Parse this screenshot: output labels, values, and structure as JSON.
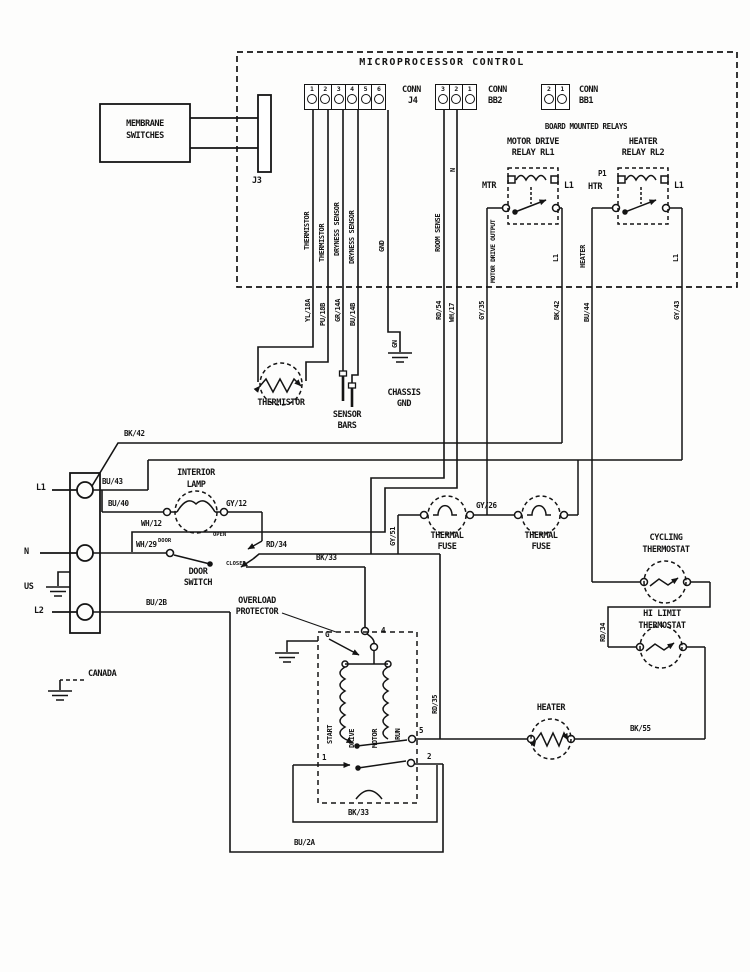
{
  "title": "MICROPROCESSOR CONTROL",
  "connectors": {
    "membrane": {
      "line1": "MEMBRANE",
      "line2": "SWITCHES"
    },
    "j3": "J3",
    "j4": {
      "name1": "CONN",
      "name2": "J4",
      "pins": [
        "1",
        "2",
        "3",
        "4",
        "5",
        "6"
      ]
    },
    "bb2": {
      "name1": "CONN",
      "name2": "BB2",
      "pins": [
        "3",
        "2",
        "1"
      ]
    },
    "bb1": {
      "name1": "CONN",
      "name2": "BB1",
      "pins": [
        "2",
        "1"
      ]
    }
  },
  "board": {
    "relays_header": "BOARD MOUNTED RELAYS",
    "rl1": {
      "title1": "MOTOR DRIVE",
      "title2": "RELAY RL1",
      "left": "MTR",
      "right": "L1",
      "output": "MOTOR DRIVE OUTPUT",
      "right_wire": "L1"
    },
    "rl2": {
      "p1": "P1",
      "title1": "HEATER",
      "title2": "RELAY RL2",
      "left": "HTR",
      "right": "L1",
      "output": "HEATER",
      "right_wire": "L1"
    },
    "pin_functions": {
      "j4_1": "THERMISTOR",
      "j4_2": "THERMISTOR",
      "j4_3": "DRYNESS SENSOR",
      "j4_4": "DRYNESS SENSOR",
      "j4_6": "GND",
      "bb2_3": "ROOM SENSE",
      "bb2_2": "N"
    }
  },
  "components": {
    "thermistor": "THERMISTOR",
    "sensor_bars": {
      "line1": "SENSOR",
      "line2": "BARS"
    },
    "chassis_gnd": {
      "line1": "CHASSIS",
      "line2": "GND"
    },
    "interior_lamp": {
      "line1": "INTERIOR",
      "line2": "LAMP"
    },
    "door_switch": {
      "line1": "DOOR",
      "line2": "SWITCH",
      "open": "OPEN",
      "closed": "CLOSED",
      "tag": "DOOR"
    },
    "overload": {
      "line1": "OVERLOAD",
      "line2": "PROTECTOR",
      "g": "G",
      "t4": "4"
    },
    "motor": {
      "start": "START",
      "drive": "DRIVE",
      "motor": "MOTOR",
      "run": "RUN",
      "t5": "5",
      "t1": "1",
      "t2": "2"
    },
    "thermal_fuse": {
      "line1": "THERMAL",
      "line2": "FUSE"
    },
    "cycling": {
      "line1": "CYCLING",
      "line2": "THERMOSTAT"
    },
    "hi_limit": {
      "line1": "HI LIMIT",
      "line2": "THERMOSTAT"
    },
    "heater": "HEATER"
  },
  "power": {
    "l1": "L1",
    "n": "N",
    "l2": "L2",
    "us": "US",
    "canada": "CANADA"
  },
  "wires": {
    "yl18a": "YL/18A",
    "pu18b": "PU/18B",
    "gr14a": "GR/14A",
    "bu14b": "BU/14B",
    "gn": "GN",
    "rd54": "RD/54",
    "wh17": "WH/17",
    "gy35": "GY/35",
    "bk42": "BK/42",
    "bu44": "BU/44",
    "gy43": "GY/43",
    "bu43": "BU/43",
    "bu40": "BU/40",
    "gy12": "GY/12",
    "wh12": "WH/12",
    "wh29": "WH/29",
    "rd34": "RD/34",
    "rd34_link": "RD/34",
    "rd35": "RD/35",
    "bu2b": "BU/2B",
    "bu2a": "BU/2A",
    "bk33": "BK/33",
    "bk33_bottom": "BK/33",
    "gy26": "GY/26",
    "gy51": "GY/51",
    "bk55": "BK/55"
  }
}
